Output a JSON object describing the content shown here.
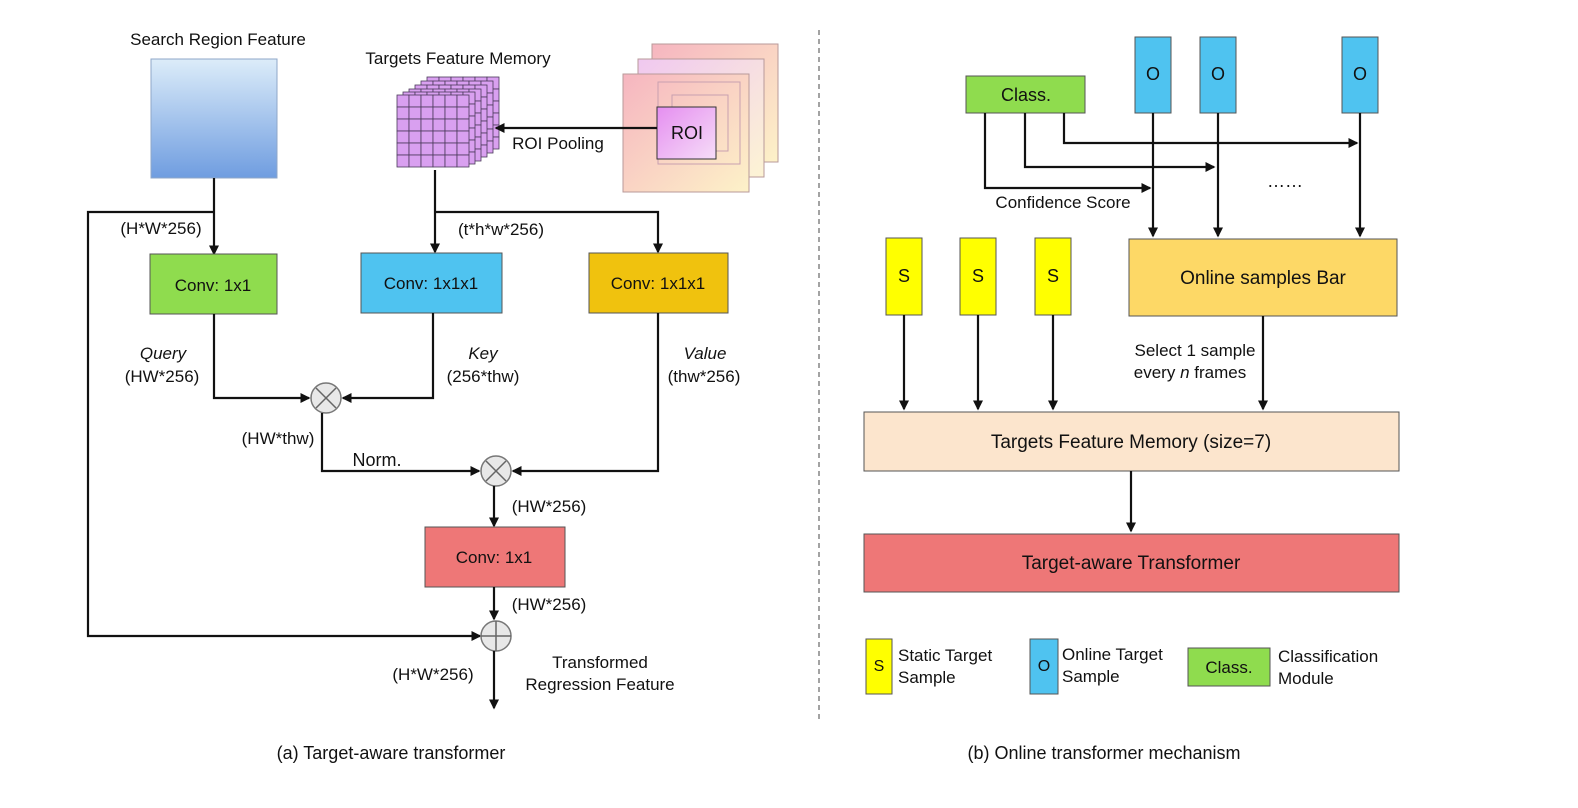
{
  "panel_a": {
    "search_region": "Search Region Feature",
    "targets_memory": "Targets Feature Memory",
    "roi": "ROI",
    "roi_pooling": "ROI Pooling",
    "dim_hw256_top": "(H*W*256)",
    "dim_thw256": "(t*h*w*256)",
    "conv_query": "Conv: 1x1",
    "conv_key": "Conv: 1x1x1",
    "conv_value": "Conv: 1x1x1",
    "query": "Query",
    "query_dim": "(HW*256)",
    "key": "Key",
    "key_dim": "(256*thw)",
    "value": "Value",
    "value_dim": "(thw*256)",
    "hw_thw": "(HW*thw)",
    "norm": "Norm.",
    "hw256_a": "(HW*256)",
    "conv_out": "Conv: 1x1",
    "hw256_b": "(HW*256)",
    "hw256_res": "(H*W*256)",
    "transformed_1": "Transformed",
    "transformed_2": "Regression Feature",
    "caption": "(a) Target-aware transformer"
  },
  "panel_b": {
    "class": "Class.",
    "o_labels": [
      "O",
      "O",
      "O"
    ],
    "s_labels": [
      "S",
      "S",
      "S"
    ],
    "dots": "……",
    "confidence": "Confidence Score",
    "online_bar": "Online samples Bar",
    "select_1": "Select 1 sample",
    "select_2a": "every ",
    "select_2n": "n",
    "select_2b": " frames",
    "memory": "Targets Feature Memory (size=7)",
    "transformer": "Target-aware Transformer",
    "caption": "(b) Online  transformer mechanism",
    "legend": {
      "s": "S",
      "static_1": "Static Target",
      "static_2": "Sample",
      "o": "O",
      "online_1": "Online Target",
      "online_2": "Sample",
      "class": "Class.",
      "classification_1": "Classification",
      "classification_2": "Module"
    }
  },
  "colors": {
    "green": "#8fdc4e",
    "blue": "#4fc3f0",
    "gold": "#f0c20e",
    "red": "#ee7777",
    "yellow": "#ffff00",
    "bar": "#fdd866",
    "memory": "#fce5cd",
    "grid_purple": "#d9a0f0"
  }
}
